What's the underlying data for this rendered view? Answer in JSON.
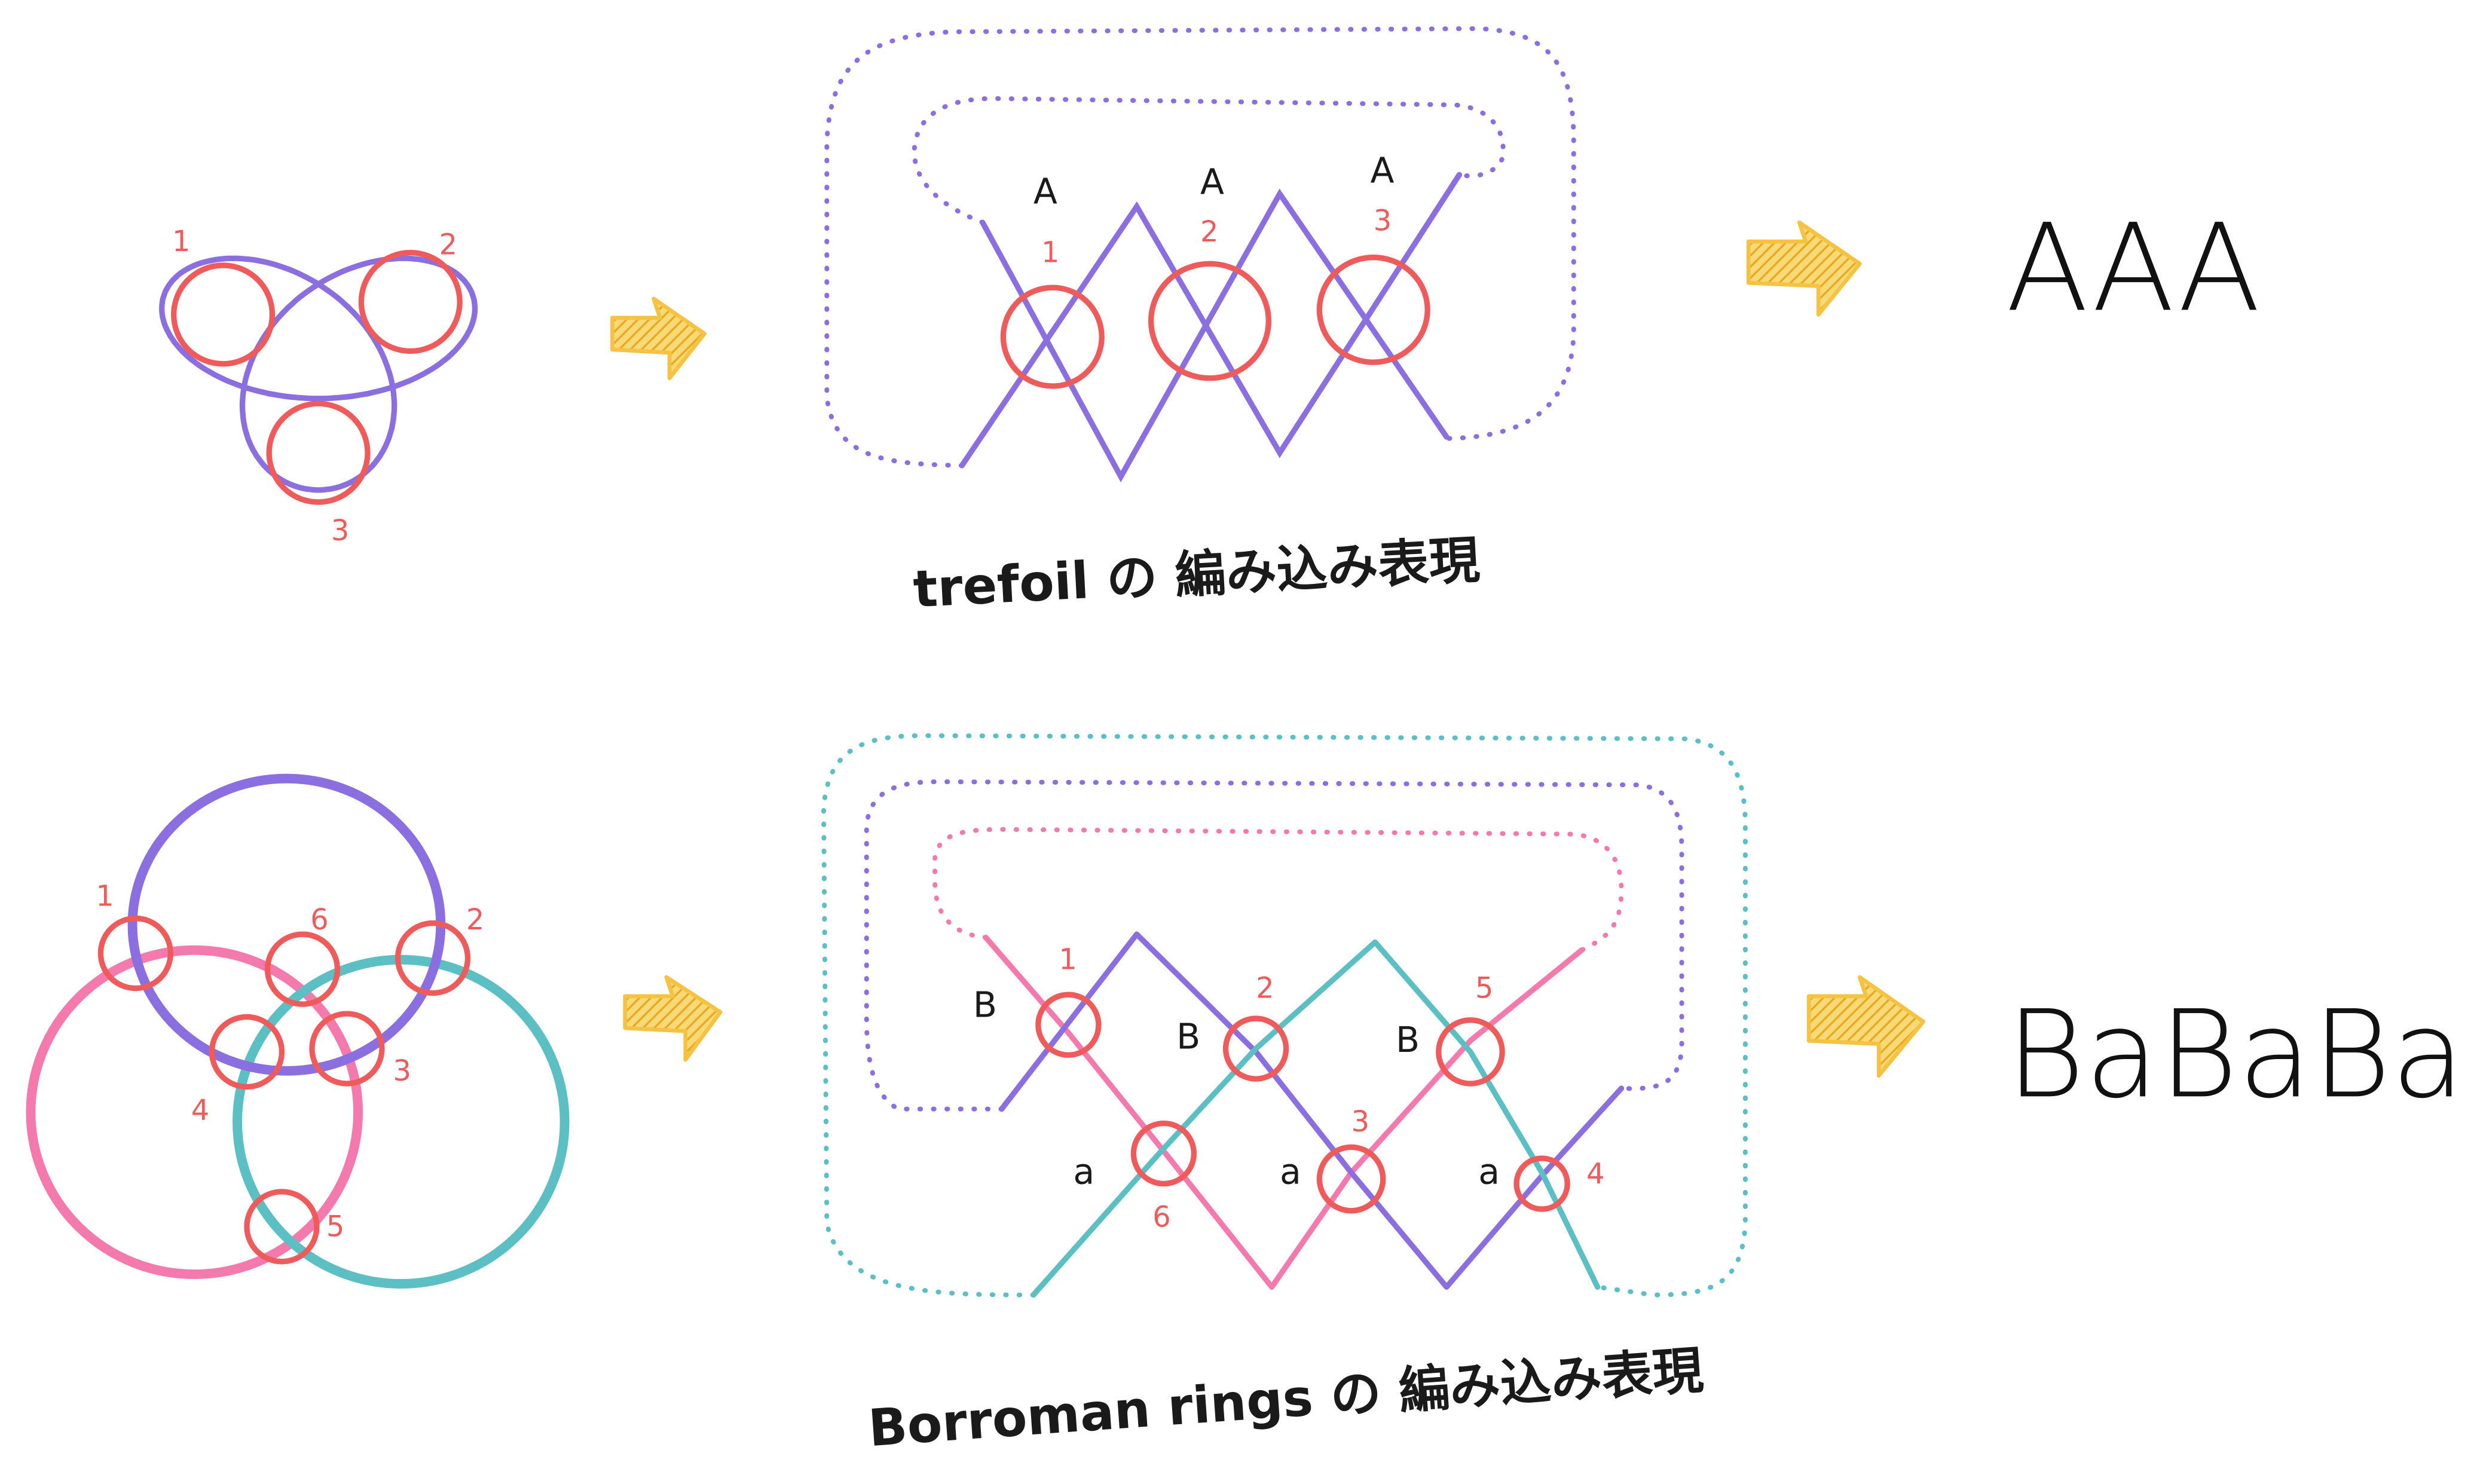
{
  "colors": {
    "purple": "#8b6fe0",
    "red": "#ef5b5b",
    "pink": "#f47aad",
    "teal": "#5bbfc4",
    "yellow": "#f5c242",
    "ink": "#1a1a1a"
  },
  "trefoil": {
    "crossing_numbers": [
      "1",
      "2",
      "3"
    ],
    "braid_numbers": [
      "1",
      "2",
      "3"
    ],
    "braid_generators": [
      "A",
      "A",
      "A"
    ],
    "caption": "trefoil の 編み込み表現",
    "word": "AAA"
  },
  "borromean": {
    "crossing_numbers": [
      "1",
      "6",
      "2",
      "4",
      "3",
      "5"
    ],
    "braid_top_numbers": [
      "1",
      "2",
      "5"
    ],
    "braid_bottom_numbers": [
      "6",
      "3",
      "4"
    ],
    "braid_top_generators": [
      "B",
      "B",
      "B"
    ],
    "braid_bottom_generators": [
      "a",
      "a",
      "a"
    ],
    "caption": "Borroman rings の 編み込み表現",
    "word": "BaBaBa"
  },
  "icons": [
    "hatched-arrow-right"
  ]
}
